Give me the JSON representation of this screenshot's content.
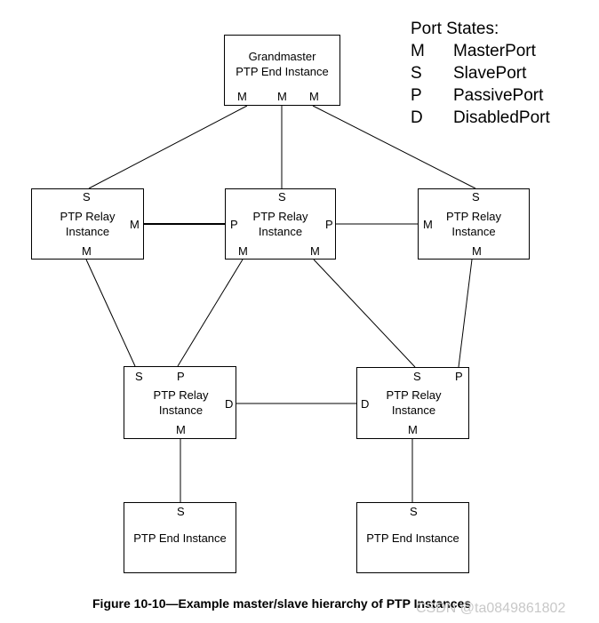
{
  "legend": {
    "title": "Port States:",
    "items": [
      {
        "code": "M",
        "name": "MasterPort"
      },
      {
        "code": "S",
        "name": "SlavePort"
      },
      {
        "code": "P",
        "name": "PassivePort"
      },
      {
        "code": "D",
        "name": "DisabledPort"
      }
    ]
  },
  "nodes": {
    "grandmaster": {
      "line1": "Grandmaster",
      "line2": "PTP End Instance",
      "ports": [
        "M",
        "M",
        "M"
      ]
    },
    "relay_left": {
      "line1": "PTP Relay",
      "line2": "Instance",
      "port_top": "S",
      "port_right": "M",
      "port_bottom": "M"
    },
    "relay_center": {
      "line1": "PTP Relay",
      "line2": "Instance",
      "port_top": "S",
      "port_left": "P",
      "port_right": "P",
      "port_bottom_left": "M",
      "port_bottom_right": "M"
    },
    "relay_right": {
      "line1": "PTP Relay",
      "line2": "Instance",
      "port_top": "S",
      "port_left": "M",
      "port_bottom": "M"
    },
    "relay_lower_left": {
      "line1": "PTP Relay",
      "line2": "Instance",
      "port_top_left": "S",
      "port_top_right": "P",
      "port_right": "D",
      "port_bottom": "M"
    },
    "relay_lower_right": {
      "line1": "PTP Relay",
      "line2": "Instance",
      "port_top_left": "S",
      "port_top_right": "P",
      "port_left": "D",
      "port_bottom": "M"
    },
    "end_left": {
      "label": "PTP End Instance",
      "port_top": "S"
    },
    "end_right": {
      "label": "PTP End Instance",
      "port_top": "S"
    }
  },
  "caption": "Figure 10-10—Example master/slave hierarchy of PTP Instances",
  "watermark": "CSDN @ta0849861802"
}
